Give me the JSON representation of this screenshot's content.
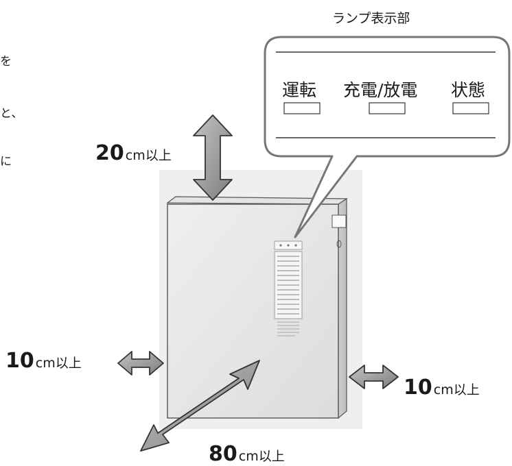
{
  "left_text_fragments": [
    "を",
    "と、",
    "に"
  ],
  "lamp_panel": {
    "title": "ランプ表示部",
    "indicators": [
      {
        "label": "運転"
      },
      {
        "label": "充電/放電"
      },
      {
        "label": "状態"
      }
    ]
  },
  "clearances": {
    "top": {
      "value": "20",
      "unit": "cm以上"
    },
    "left": {
      "value": "10",
      "unit": "cm以上"
    },
    "right": {
      "value": "10",
      "unit": "cm以上"
    },
    "front": {
      "value": "80",
      "unit": "cm以上"
    }
  }
}
